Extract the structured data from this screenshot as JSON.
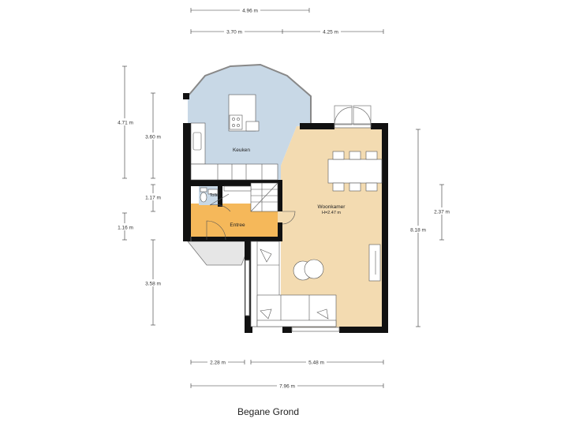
{
  "title": "Begane Grond",
  "colors": {
    "kitchen": "#c8d8e6",
    "living": "#f3dbb1",
    "entrance": "#f5b85a",
    "toilet": "#c8d8e6",
    "wall": "#111111",
    "furniture_fill": "#ffffff",
    "furniture_stroke": "#555555",
    "dimension_line": "#333333"
  },
  "rooms": {
    "kitchen": {
      "name": "Keuken"
    },
    "living": {
      "name": "Woonkamer",
      "height": "H=2.47 m"
    },
    "entrance": {
      "name": "Entree"
    },
    "toilet": {
      "name": "Toilet"
    }
  },
  "dimensions": {
    "top_total": "4.96 m",
    "top_left": "3.70 m",
    "top_right": "4.25 m",
    "left_outer_top": "4.71 m",
    "left_inner_top": "3.60 m",
    "left_mid_1": "1.17 m",
    "left_mid_2": "1.16 m",
    "left_bottom": "3.58 m",
    "right_inner": "2.37 m",
    "right_outer": "8.18 m",
    "bottom_left": "2.28 m",
    "bottom_right": "5.48 m",
    "bottom_total": "7.96 m"
  }
}
